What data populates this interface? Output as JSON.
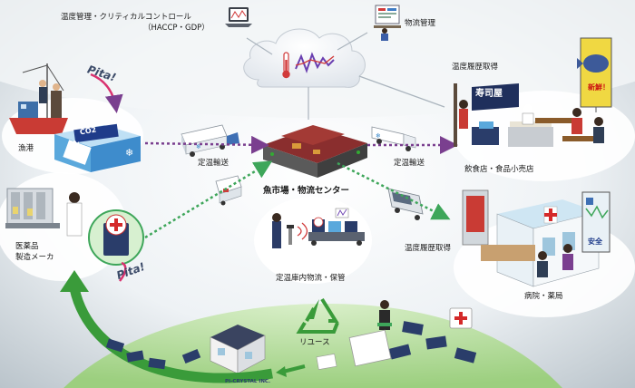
{
  "top": {
    "temp_line1": "温度管理・クリティカルコントロール",
    "temp_line2": "（HACCP・GDP）",
    "logistics": "物流管理"
  },
  "nodes": {
    "fishing_port": "漁港",
    "restaurant": "飲食店・食品小売店",
    "temp_history_top": "温度履歴取得",
    "temp_history_mid": "温度履歴取得",
    "pharma_line1": "医薬品",
    "pharma_line2": "製造メーカ",
    "hospital": "病院・薬局",
    "market": "魚市場・物流センター",
    "storage": "定温庫内物流・保管",
    "transport_left": "定温輸送",
    "transport_right": "定温輸送",
    "reuse": "リユース"
  },
  "tags": {
    "pita_1": "Pita!",
    "pita_2": "Pita!",
    "co2_1": "CO2",
    "co2_2": "CO2"
  },
  "signs": {
    "fresh": "新鮮！",
    "sushi": "寿司屋",
    "safe": "安全"
  },
  "logo": "PI-CRYSTAL INC.",
  "colors": {
    "flow_arrow": "#7a3f8f",
    "pharma_arrow": "#3ea65a",
    "reuse_arrow": "#3a9b3a",
    "cloud_fill": "#ffffff",
    "sky": "#e8eef3"
  }
}
